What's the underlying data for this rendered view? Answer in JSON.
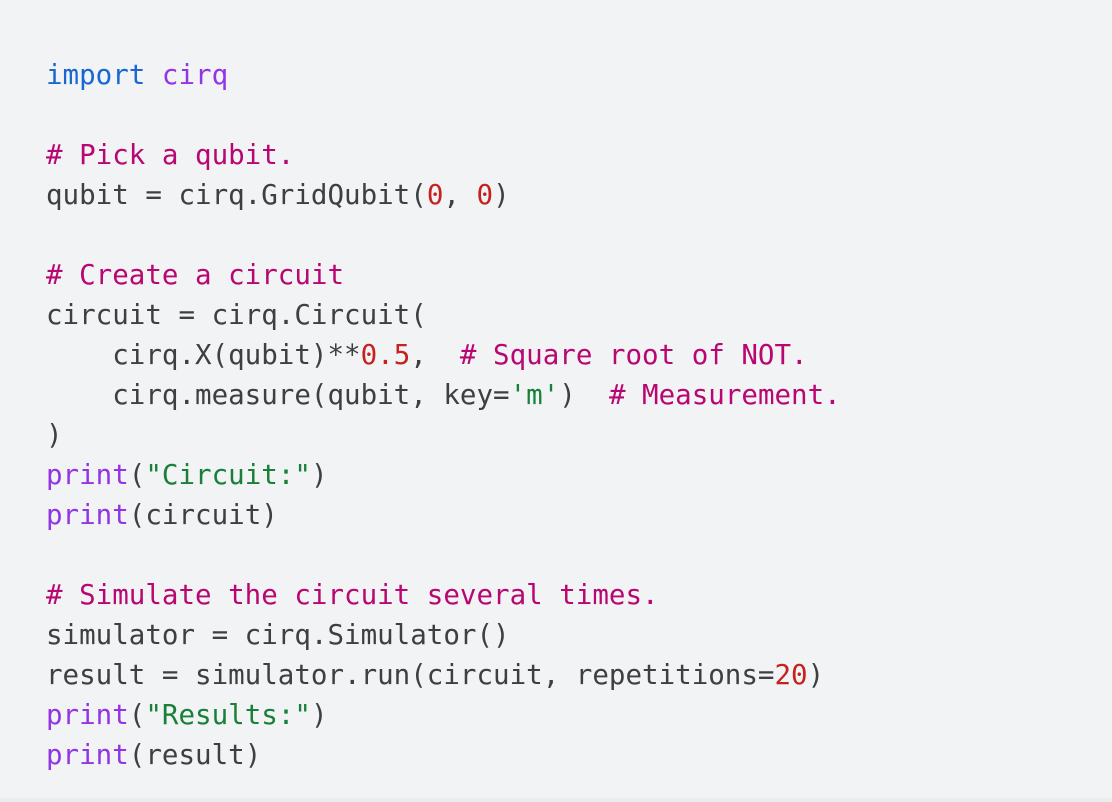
{
  "colors": {
    "background": "#f1f3f4",
    "plain": "#3c4043",
    "keyword": "#1967d2",
    "builtin": "#9334e6",
    "comment": "#b80672",
    "string": "#188038",
    "number": "#c5221f",
    "edge": "#e9ebee"
  },
  "code_block": {
    "language": "python",
    "lines": [
      {
        "tokens": [
          {
            "text": "import",
            "type": "keyword"
          },
          {
            "text": " ",
            "type": "plain"
          },
          {
            "text": "cirq",
            "type": "builtin"
          }
        ]
      },
      {
        "tokens": []
      },
      {
        "tokens": [
          {
            "text": "# Pick a qubit.",
            "type": "comment"
          }
        ]
      },
      {
        "tokens": [
          {
            "text": "qubit = cirq.GridQubit(",
            "type": "plain"
          },
          {
            "text": "0",
            "type": "number"
          },
          {
            "text": ", ",
            "type": "plain"
          },
          {
            "text": "0",
            "type": "number"
          },
          {
            "text": ")",
            "type": "plain"
          }
        ]
      },
      {
        "tokens": []
      },
      {
        "tokens": [
          {
            "text": "# Create a circuit",
            "type": "comment"
          }
        ]
      },
      {
        "tokens": [
          {
            "text": "circuit = cirq.Circuit(",
            "type": "plain"
          }
        ]
      },
      {
        "tokens": [
          {
            "text": "    cirq.X(qubit)**",
            "type": "plain"
          },
          {
            "text": "0.5",
            "type": "number"
          },
          {
            "text": ",  ",
            "type": "plain"
          },
          {
            "text": "# Square root of NOT.",
            "type": "comment"
          }
        ]
      },
      {
        "tokens": [
          {
            "text": "    cirq.measure(qubit, key=",
            "type": "plain"
          },
          {
            "text": "'m'",
            "type": "string"
          },
          {
            "text": ")  ",
            "type": "plain"
          },
          {
            "text": "# Measurement.",
            "type": "comment"
          }
        ]
      },
      {
        "tokens": [
          {
            "text": ")",
            "type": "plain"
          }
        ]
      },
      {
        "tokens": [
          {
            "text": "print",
            "type": "builtin"
          },
          {
            "text": "(",
            "type": "plain"
          },
          {
            "text": "\"Circuit:\"",
            "type": "string"
          },
          {
            "text": ")",
            "type": "plain"
          }
        ]
      },
      {
        "tokens": [
          {
            "text": "print",
            "type": "builtin"
          },
          {
            "text": "(circuit)",
            "type": "plain"
          }
        ]
      },
      {
        "tokens": []
      },
      {
        "tokens": [
          {
            "text": "# Simulate the circuit several times.",
            "type": "comment"
          }
        ]
      },
      {
        "tokens": [
          {
            "text": "simulator = cirq.Simulator()",
            "type": "plain"
          }
        ]
      },
      {
        "tokens": [
          {
            "text": "result = simulator.run(circuit, repetitions=",
            "type": "plain"
          },
          {
            "text": "20",
            "type": "number"
          },
          {
            "text": ")",
            "type": "plain"
          }
        ]
      },
      {
        "tokens": [
          {
            "text": "print",
            "type": "builtin"
          },
          {
            "text": "(",
            "type": "plain"
          },
          {
            "text": "\"Results:\"",
            "type": "string"
          },
          {
            "text": ")",
            "type": "plain"
          }
        ]
      },
      {
        "tokens": [
          {
            "text": "print",
            "type": "builtin"
          },
          {
            "text": "(result)",
            "type": "plain"
          }
        ]
      }
    ]
  }
}
